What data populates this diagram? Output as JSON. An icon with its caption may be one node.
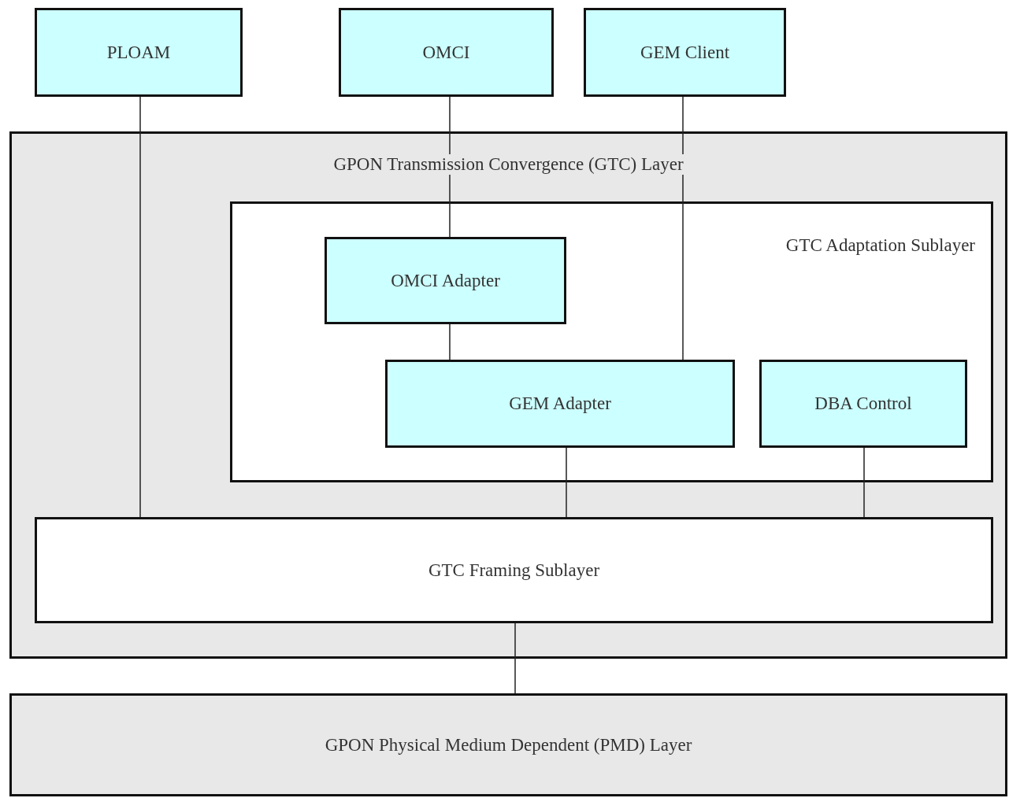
{
  "diagram": {
    "nodes": [
      {
        "text": [
          "PLOAM"
        ]
      },
      {
        "text": [
          "OMCI"
        ]
      },
      {
        "text": [
          "GEM Client"
        ]
      },
      {
        "text": [
          "GPON Transmission Convergence (GTC) Layer"
        ]
      },
      {
        "text": [
          "GTC Adaptation Sublayer"
        ],
        "in": 3
      },
      {
        "text": [
          "OMCI Adapter"
        ],
        "in": 4
      },
      {
        "text": [
          "GEM Adapter"
        ],
        "in": 4
      },
      {
        "text": [
          "DBA Control"
        ],
        "in": 4
      },
      {
        "text": [
          "GTC Framing Sublayer"
        ],
        "in": 3
      },
      {
        "text": [
          "GPON Physical Medium Dependent (PMD) Layer"
        ]
      }
    ],
    "edges": [
      {
        "from": 0,
        "to": 8,
        "arrow": "none"
      },
      {
        "from": 1,
        "to": 5,
        "arrow": "none"
      },
      {
        "from": 2,
        "to": 6,
        "arrow": "none"
      },
      {
        "from": 5,
        "to": 6,
        "arrow": "none"
      },
      {
        "from": 6,
        "to": 8,
        "arrow": "none"
      },
      {
        "from": 7,
        "to": 8,
        "arrow": "none"
      },
      {
        "from": 8,
        "to": 9,
        "arrow": "none"
      }
    ]
  }
}
